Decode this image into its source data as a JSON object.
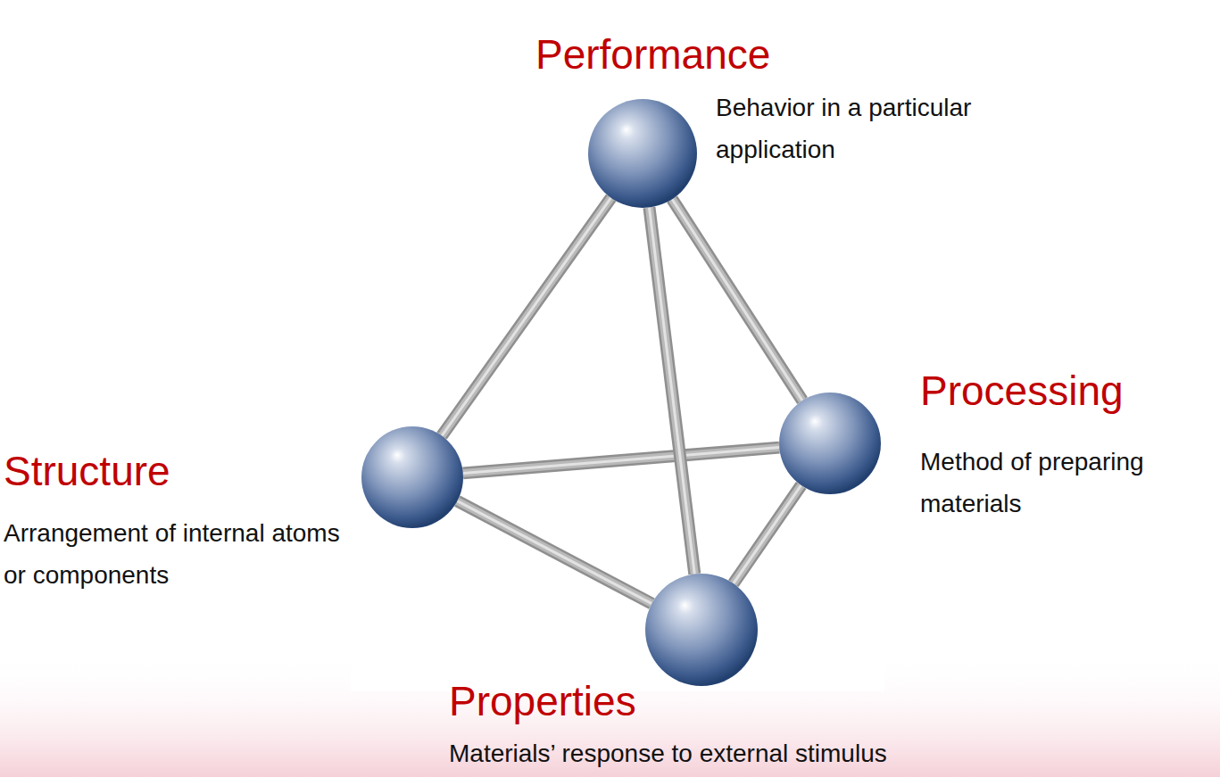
{
  "diagram": {
    "nodes": [
      {
        "text": [
          "Performance",
          "Behavior in a particular application"
        ]
      },
      {
        "text": [
          "Processing",
          "Method of preparing materials"
        ]
      },
      {
        "text": [
          "Structure",
          "Arrangement of internal atoms or components"
        ]
      },
      {
        "text": [
          "Properties",
          "Materials’ response to external stimulus"
        ]
      }
    ],
    "edges": [
      {
        "from": 0,
        "to": 2,
        "arrow": "none"
      },
      {
        "from": 0,
        "to": 1,
        "arrow": "none"
      },
      {
        "from": 2,
        "to": 1,
        "arrow": "none"
      },
      {
        "from": 2,
        "to": 3,
        "arrow": "none"
      },
      {
        "from": 1,
        "to": 3,
        "arrow": "none"
      },
      {
        "from": 0,
        "to": 3,
        "arrow": "none"
      }
    ]
  }
}
